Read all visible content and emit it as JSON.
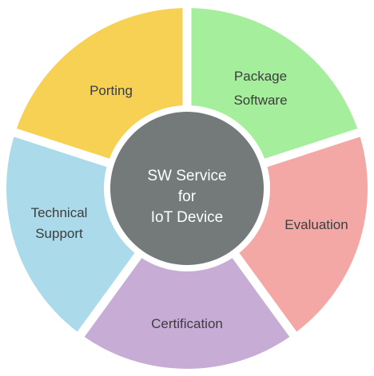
{
  "diagram": {
    "center": {
      "lines": [
        "SW Service",
        "for",
        "IoT Device"
      ],
      "color": "#737a79"
    },
    "segments": [
      {
        "id": "package-software",
        "lines": [
          "Package",
          "Software"
        ],
        "color": "#a4ee9c"
      },
      {
        "id": "evaluation",
        "lines": [
          "Evaluation"
        ],
        "color": "#f3a8a6"
      },
      {
        "id": "certification",
        "lines": [
          "Certification"
        ],
        "color": "#c7acd5"
      },
      {
        "id": "technical-support",
        "lines": [
          "Technical",
          "Support"
        ],
        "color": "#abdaeb"
      },
      {
        "id": "porting",
        "lines": [
          "Porting"
        ],
        "color": "#f7d153"
      }
    ]
  }
}
